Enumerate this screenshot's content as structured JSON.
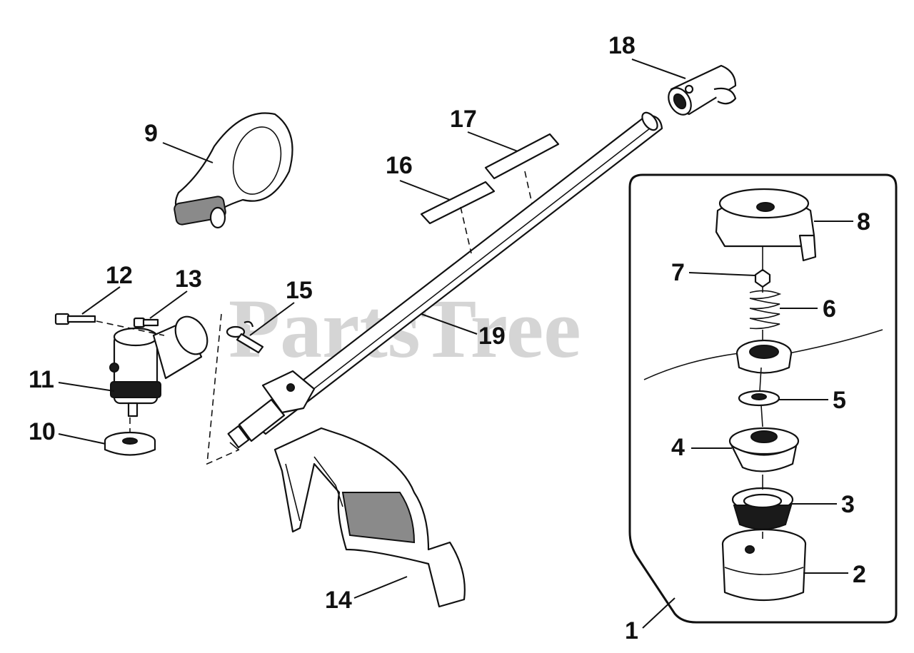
{
  "watermark": {
    "text": "PartsTree",
    "tm": "™"
  },
  "parts": {
    "p1": "1",
    "p2": "2",
    "p3": "3",
    "p4": "4",
    "p5": "5",
    "p6": "6",
    "p7": "7",
    "p8": "8",
    "p9": "9",
    "p10": "10",
    "p11": "11",
    "p12": "12",
    "p13": "13",
    "p14": "14",
    "p15": "15",
    "p16": "16",
    "p17": "17",
    "p18": "18",
    "p19": "19"
  }
}
